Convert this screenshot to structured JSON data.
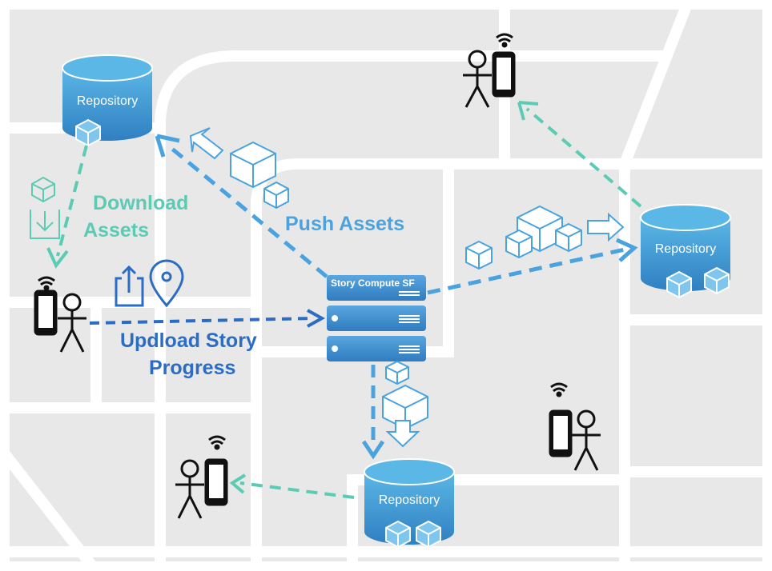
{
  "labels": {
    "download_assets_line1": "Download",
    "download_assets_line2": "Assets",
    "push_assets": "Push Assets",
    "upload_line1": "Updload Story",
    "upload_line2": "Progress"
  },
  "repositories": {
    "top_left": "Repository",
    "right": "Repository",
    "bottom": "Repository"
  },
  "server": {
    "title": "Story Compute SF"
  },
  "colors": {
    "map_block": "#eaeaea",
    "road": "#ffffff",
    "repo_top": "#5bb7e6",
    "repo_body": "#3d8fcd",
    "server": "#3f8fd1",
    "teal_arrow": "#5ccbb4",
    "blue_arrow": "#4aa3df",
    "dark_blue_arrow": "#2b6cc4"
  }
}
